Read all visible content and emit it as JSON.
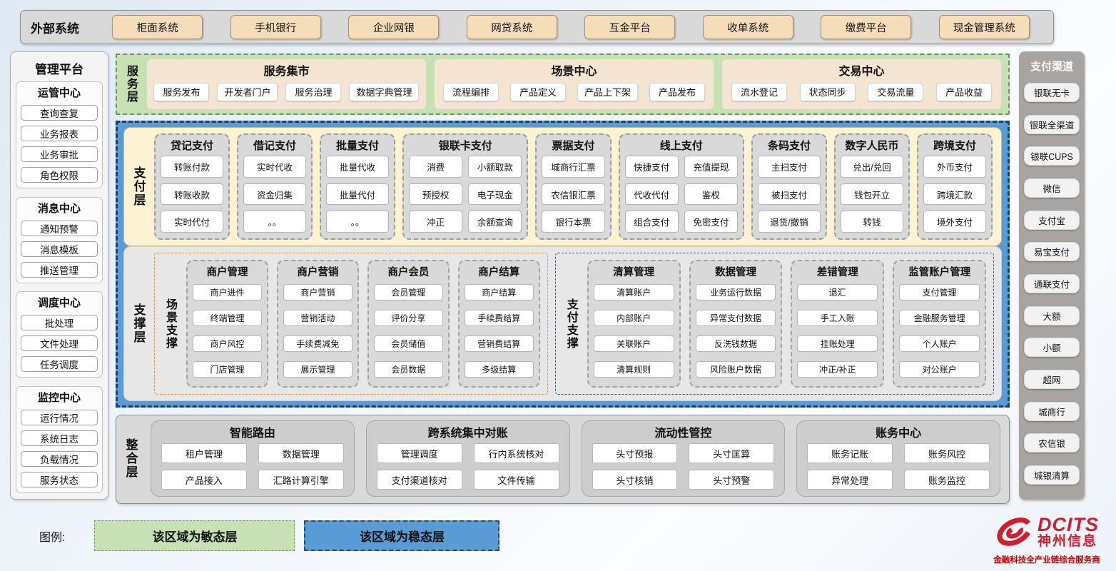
{
  "colors": {
    "agile_green": "#C5E0B4",
    "stable_blue": "#5B9BD5",
    "payment_cream": "#FDF3D2",
    "wheat_box": "#F5DDBA",
    "scene_orange": "#ED7D31",
    "support_navy": "#44546A",
    "brand_red": "#D01E2E"
  },
  "external": {
    "label": "外部系统",
    "systems": [
      "柜面系统",
      "手机银行",
      "企业网银",
      "网贷系统",
      "互金平台",
      "收单系统",
      "缴费平台",
      "现金管理系统"
    ]
  },
  "management": {
    "title": "管理平台",
    "groups": [
      {
        "title": "运管中心",
        "items": [
          "查询查复",
          "业务报表",
          "业务审批",
          "角色权限"
        ]
      },
      {
        "title": "消息中心",
        "items": [
          "通知预警",
          "消息模板",
          "推送管理"
        ]
      },
      {
        "title": "调度中心",
        "items": [
          "批处理",
          "文件处理",
          "任务调度"
        ]
      },
      {
        "title": "监控中心",
        "items": [
          "运行情况",
          "系统日志",
          "负载情况",
          "服务状态"
        ]
      }
    ]
  },
  "channels": {
    "title": "支付渠道",
    "items": [
      "银联无卡",
      "银联全渠道",
      "银联CUPS",
      "微信",
      "支付宝",
      "易宝支付",
      "通联支付",
      "大额",
      "小额",
      "超网",
      "城商行",
      "农信银",
      "城银清算"
    ]
  },
  "service_layer": {
    "label": "服务层",
    "groups": [
      {
        "title": "服务集市",
        "items": [
          "服务发布",
          "开发者门户",
          "服务治理",
          "数据字典管理"
        ]
      },
      {
        "title": "场景中心",
        "items": [
          "流程编排",
          "产品定义",
          "产品上下架",
          "产品发布"
        ]
      },
      {
        "title": "交易中心",
        "items": [
          "流水登记",
          "状态同步",
          "交易流量",
          "产品收益"
        ]
      }
    ]
  },
  "payment_layer": {
    "label": "支付层",
    "columns": [
      {
        "title": "贷记支付",
        "cols": 1,
        "items": [
          "转账付款",
          "转账收款",
          "实时代付"
        ]
      },
      {
        "title": "借记支付",
        "cols": 1,
        "items": [
          "实时代收",
          "资金归集",
          "。。"
        ]
      },
      {
        "title": "批量支付",
        "cols": 1,
        "items": [
          "批量代收",
          "批量代付",
          "。。"
        ]
      },
      {
        "title": "银联卡支付",
        "cols": 2,
        "items": [
          "消费",
          "小额取款",
          "预授权",
          "电子现金",
          "冲正",
          "余额查询"
        ]
      },
      {
        "title": "票据支付",
        "cols": 1,
        "items": [
          "城商行汇票",
          "农信银汇票",
          "银行本票"
        ]
      },
      {
        "title": "线上支付",
        "cols": 2,
        "items": [
          "快捷支付",
          "充值提现",
          "代收代付",
          "鉴权",
          "组合支付",
          "免密支付"
        ]
      },
      {
        "title": "条码支付",
        "cols": 1,
        "items": [
          "主扫支付",
          "被扫支付",
          "退货/撤销"
        ]
      },
      {
        "title": "数字人民币",
        "cols": 1,
        "items": [
          "兑出/兑回",
          "钱包开立",
          "转钱"
        ]
      },
      {
        "title": "跨境支付",
        "cols": 1,
        "items": [
          "外币支付",
          "跨境汇款",
          "境外支付"
        ]
      }
    ]
  },
  "support_layer": {
    "label": "支撑层",
    "scene": {
      "label": "场景支撑",
      "columns": [
        {
          "title": "商户管理",
          "items": [
            "商户进件",
            "终端管理",
            "商户风控",
            "门店管理"
          ]
        },
        {
          "title": "商户营销",
          "items": [
            "商户营销",
            "营销活动",
            "手续费减免",
            "展示管理"
          ]
        },
        {
          "title": "商户会员",
          "items": [
            "会员管理",
            "评价分享",
            "会员储值",
            "会员数据"
          ]
        },
        {
          "title": "商户结算",
          "items": [
            "商户结算",
            "手续费结算",
            "营销费结算",
            "多级结算"
          ]
        }
      ]
    },
    "payment": {
      "label": "支付支撑",
      "columns": [
        {
          "title": "清算管理",
          "items": [
            "清算账户",
            "内部账户",
            "关联账户",
            "清算规则"
          ]
        },
        {
          "title": "数据管理",
          "items": [
            "业务运行数据",
            "异常支付数据",
            "反洗钱数据",
            "风险账户数据"
          ]
        },
        {
          "title": "差错管理",
          "items": [
            "退汇",
            "手工入账",
            "挂账处理",
            "冲正/补正"
          ]
        },
        {
          "title": "监管账户管理",
          "items": [
            "支付管理",
            "金融服务管理",
            "个人账户",
            "对公账户"
          ]
        }
      ]
    }
  },
  "integration_layer": {
    "label": "整合层",
    "groups": [
      {
        "title": "智能路由",
        "items": [
          "租户管理",
          "数据管理",
          "产品接入",
          "汇路计算引擎"
        ]
      },
      {
        "title": "跨系统集中对账",
        "items": [
          "管理调度",
          "行内系统核对",
          "支付渠道核对",
          "文件传输"
        ]
      },
      {
        "title": "流动性管控",
        "items": [
          "头寸预报",
          "头寸匡算",
          "头寸核销",
          "头寸预警"
        ]
      },
      {
        "title": "账务中心",
        "items": [
          "账务记账",
          "账务风控",
          "异常处理",
          "账务监控"
        ]
      }
    ]
  },
  "legend": {
    "label": "图例:",
    "agile": "该区域为敏态层",
    "stable": "该区域为稳态层"
  },
  "logo": {
    "brand": "DCITS",
    "name": "神州信息",
    "tagline": "金融科技全产业链综合服务商"
  }
}
